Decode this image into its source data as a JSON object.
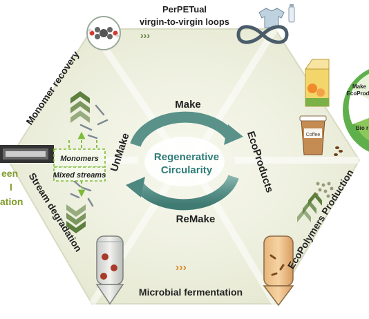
{
  "top_label_line1": "PerPETual",
  "top_label_line2": "virgin-to-virgin loops",
  "center": {
    "make": "Make",
    "unmake": "UnMake",
    "ecoproducts": "EcoProducts",
    "remake": "ReMake",
    "title_line1": "Regenerative",
    "title_line2": "Circularity"
  },
  "left": {
    "monomer_recovery": "Monomer recovery",
    "stream_degradation": "Stream degradation",
    "monomers": "Monomers",
    "mixed_streams": "Mixed streams",
    "green_fragment1": "een",
    "green_fragment2": "l",
    "green_fragment3": "ation"
  },
  "right": {
    "ecopolymers_production": "EcoPolymers Production",
    "coffee": "Coffee",
    "wheel_make": "Make",
    "wheel_ecoproducts": "EcoProduct",
    "wheel_bio": "Bio r"
  },
  "bottom": {
    "microbial_fermentation": "Microbial fermentation"
  },
  "colors": {
    "hex_fill": "#eef0dc",
    "hex_stroke": "#d3d6ba",
    "teal": "#2f7b77",
    "teal_text": "#2e7d78",
    "chevron_green": "#5e7f3d",
    "green_text": "#7f9a2a",
    "dashed_green": "#7dbb3a"
  }
}
